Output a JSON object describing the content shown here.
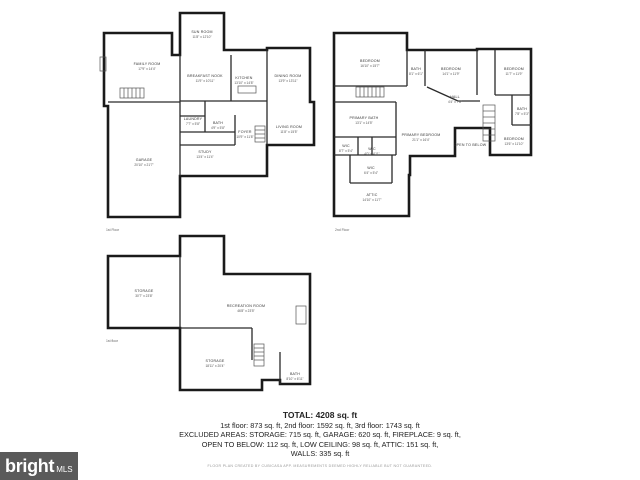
{
  "floor_labels": {
    "first": "1st Floor",
    "second": "2nd Floor",
    "basement": "1st floor"
  },
  "rooms": {
    "family_room": {
      "name": "FAMILY ROOM",
      "dims": "17'9\" x 14'4\""
    },
    "sun_room": {
      "name": "SUN ROOM",
      "dims": "11'8\" x 12'10\""
    },
    "breakfast_nook": {
      "name": "BREAKFAST NOOK",
      "dims": "11'9\" x 10'11\""
    },
    "kitchen": {
      "name": "KITCHEN",
      "dims": "13'10\" x 14'8\""
    },
    "dining_room": {
      "name": "DINING ROOM",
      "dims": "13'9\" x 13'11\""
    },
    "laundry": {
      "name": "LAUNDRY",
      "dims": "7'7\" x 5'8\""
    },
    "bath_first": {
      "name": "BATH",
      "dims": "4'9\" x 5'8\""
    },
    "foyer": {
      "name": "FOYER",
      "dims": "10'9\" x 11'8\""
    },
    "living_room": {
      "name": "LIVING ROOM",
      "dims": "11'8\" x 15'5\""
    },
    "study": {
      "name": "STUDY",
      "dims": "13'4\" x 11'4\""
    },
    "garage": {
      "name": "GARAGE",
      "dims": "20'10\" x 21'7\""
    },
    "bedroom_2": {
      "name": "BEDROOM",
      "dims": "16'10\" x 15'7\""
    },
    "bath_2a": {
      "name": "BATH",
      "dims": "8'1\" x 6'1\""
    },
    "bedroom_3": {
      "name": "BEDROOM",
      "dims": "14'1\" x 11'9\""
    },
    "bedroom_4": {
      "name": "BEDROOM",
      "dims": "11'7\" x 11'9\""
    },
    "bath_2b": {
      "name": "BATH",
      "dims": "7'8\" x 5'3\""
    },
    "hall": {
      "name": "HALL",
      "dims": "4'4\" x 7'8\""
    },
    "primary_bath": {
      "name": "PRIMARY BATH",
      "dims": "13'1\" x 14'5\""
    },
    "primary_bedroom": {
      "name": "PRIMARY BEDROOM",
      "dims": "21'1\" x 16'4\""
    },
    "open_to_below": {
      "name": "OPEN TO BELOW",
      "dims": ""
    },
    "bedroom_5": {
      "name": "BEDROOM",
      "dims": "13'6\" x 11'10\""
    },
    "wic_a": {
      "name": "WIC",
      "dims": "8'7\" x 5'4\""
    },
    "wic_b": {
      "name": "WIC",
      "dims": "4'0\" x 4'11\""
    },
    "wic_c": {
      "name": "WIC",
      "dims": "6'4\" x 5'4\""
    },
    "attic": {
      "name": "ATTIC",
      "dims": "14'10\" x 11'7\""
    },
    "storage": {
      "name": "STORAGE",
      "dims": "30'7\" x 23'8\""
    },
    "recreation_room": {
      "name": "RECREATION ROOM",
      "dims": "46'8\" x 23'5\""
    },
    "storage_b": {
      "name": "STORAGE",
      "dims": "18'11\" x 20'4\""
    },
    "bath_b": {
      "name": "BATH",
      "dims": "8'10\" x 6'11\""
    }
  },
  "summary": {
    "total": "TOTAL: 4208 sq. ft",
    "line1": "1st floor: 873 sq. ft, 2nd floor: 1592 sq. ft, 3rd floor: 1743 sq. ft",
    "line2": "EXCLUDED AREAS: STORAGE: 715 sq. ft, GARAGE: 620 sq. ft, FIREPLACE: 9 sq. ft,",
    "line3": "OPEN TO BELOW: 112 sq. ft, LOW CEILING: 98 sq. ft, ATTIC: 151 sq. ft,",
    "line4": "WALLS: 335 sq. ft"
  },
  "disclaimer": "FLOOR PLAN CREATED BY CUBICASA APP. MEASUREMENTS DEEMED HIGHLY RELIABLE BUT NOT GUARANTEED.",
  "brand": {
    "word": "bright",
    "suffix": "MLS",
    "bg": "#5a5a5a"
  }
}
